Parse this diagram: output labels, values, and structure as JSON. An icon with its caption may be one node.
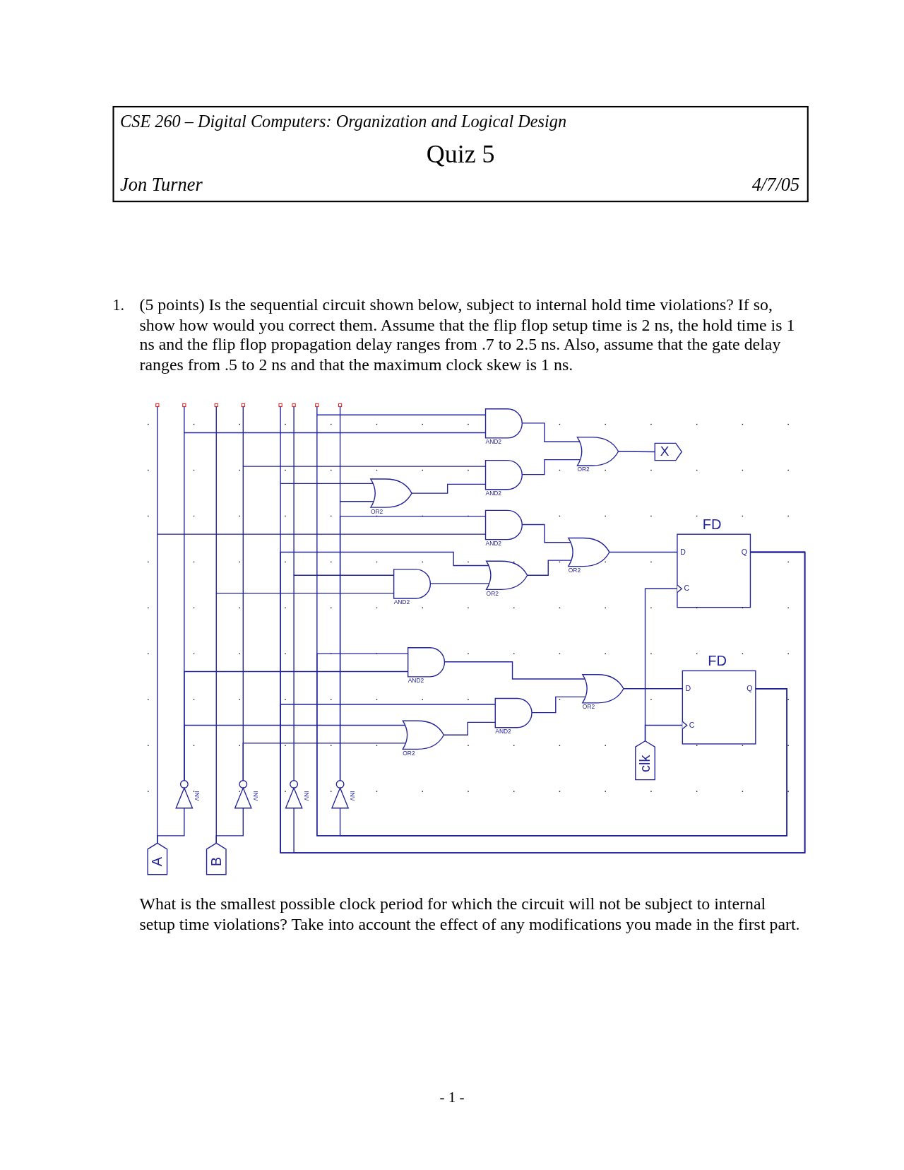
{
  "diagram": {
    "title": "Quiz 5",
    "nodes": [
      {
        "text": [
          "A"
        ]
      },
      {
        "text": [
          "B"
        ]
      },
      {
        "text": [
          "INV"
        ]
      },
      {
        "text": [
          "INV"
        ]
      },
      {
        "text": [
          "INV"
        ]
      },
      {
        "text": [
          "INV"
        ]
      },
      {
        "text": [
          "AND2"
        ]
      },
      {
        "text": [
          "AND2"
        ]
      },
      {
        "text": [
          "OR2"
        ]
      },
      {
        "text": [
          "OR2"
        ]
      },
      {
        "text": [
          "X"
        ]
      },
      {
        "text": [
          "AND2"
        ]
      },
      {
        "text": [
          "AND2"
        ]
      },
      {
        "text": [
          "OR2"
        ]
      },
      {
        "text": [
          "OR2"
        ]
      },
      {
        "text": [
          "FD",
          "D",
          "Q",
          "C"
        ]
      },
      {
        "text": [
          "AND2"
        ]
      },
      {
        "text": [
          "OR2"
        ]
      },
      {
        "text": [
          "AND2"
        ]
      },
      {
        "text": [
          "OR2"
        ]
      },
      {
        "text": [
          "FD",
          "D",
          "Q",
          "C"
        ]
      },
      {
        "text": [
          "clk"
        ]
      }
    ],
    "edges": [
      {
        "from": 0,
        "to": 2,
        "arrow": "none"
      },
      {
        "from": 0,
        "to": 11,
        "arrow": "none"
      },
      {
        "from": 1,
        "to": 3,
        "arrow": "none"
      },
      {
        "from": 1,
        "to": 12,
        "arrow": "none"
      },
      {
        "from": 2,
        "to": 6,
        "arrow": "none"
      },
      {
        "from": 2,
        "to": 16,
        "arrow": "none"
      },
      {
        "from": 2,
        "to": 17,
        "arrow": "none"
      },
      {
        "from": 3,
        "to": 7,
        "arrow": "none"
      },
      {
        "from": 3,
        "to": 17,
        "arrow": "none"
      },
      {
        "from": 4,
        "to": 12,
        "arrow": "none"
      },
      {
        "from": 5,
        "to": 8,
        "arrow": "none"
      },
      {
        "from": 5,
        "to": 11,
        "arrow": "none"
      },
      {
        "from": 6,
        "to": 9,
        "arrow": "none"
      },
      {
        "from": 7,
        "to": 9,
        "arrow": "none"
      },
      {
        "from": 8,
        "to": 7,
        "arrow": "none"
      },
      {
        "from": 9,
        "to": 10,
        "arrow": "none"
      },
      {
        "from": 11,
        "to": 14,
        "arrow": "none"
      },
      {
        "from": 12,
        "to": 13,
        "arrow": "none"
      },
      {
        "from": 13,
        "to": 14,
        "arrow": "none"
      },
      {
        "from": 14,
        "to": 15,
        "arrow": "none"
      },
      {
        "from": 16,
        "to": 19,
        "arrow": "none"
      },
      {
        "from": 17,
        "to": 18,
        "arrow": "none"
      },
      {
        "from": 18,
        "to": 19,
        "arrow": "none"
      },
      {
        "from": 19,
        "to": 20,
        "arrow": "none"
      },
      {
        "from": 15,
        "to": 4,
        "arrow": "none"
      },
      {
        "from": 15,
        "to": 8,
        "arrow": "none"
      },
      {
        "from": 15,
        "to": 13,
        "arrow": "none"
      },
      {
        "from": 15,
        "to": 18,
        "arrow": "none"
      },
      {
        "from": 20,
        "to": 5,
        "arrow": "none"
      },
      {
        "from": 20,
        "to": 6,
        "arrow": "none"
      },
      {
        "from": 20,
        "to": 16,
        "arrow": "none"
      },
      {
        "from": 21,
        "to": 15,
        "arrow": "none"
      },
      {
        "from": 21,
        "to": 20,
        "arrow": "none"
      }
    ],
    "labels": [
      "CSE 260 – Digital Computers: Organization and Logical Design",
      "Jon Turner",
      "4/7/05",
      "1.",
      "(5 points) Is the sequential circuit shown below, subject to internal hold time violations? If so, show how would you correct them. Assume that the flip flop setup time is 2 ns, the hold time is 1 ns and the flip flop propagation delay ranges from .7 to 2.5 ns. Also, assume that the gate delay ranges from .5 to 2 ns and that the maximum clock skew is 1 ns.",
      "What is the smallest possible clock period for which the circuit will not be subject to internal setup time violations? Take into account the effect of any modifications you made in the first part.",
      "- 1 -"
    ]
  }
}
